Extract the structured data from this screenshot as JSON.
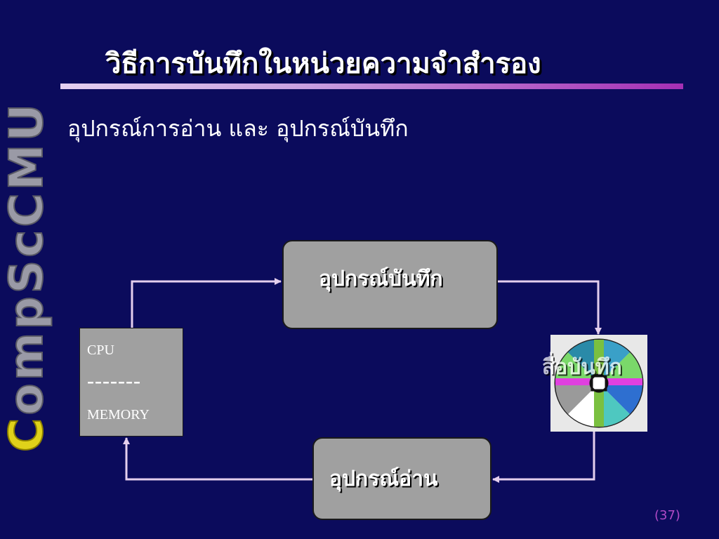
{
  "side_logo": {
    "lead": "C",
    "rest": "ompScCMU"
  },
  "title": "วิธีการบันทึกในหน่วยความจำสำรอง",
  "subtitle": "อุปกรณ์การอ่าน และ อุปกรณ์บันทึก",
  "diagram": {
    "recorder_label": "อุปกรณ์บันทึก",
    "reader_label": "อุปกรณ์อ่าน",
    "cpu_label": "CPU",
    "separator": "-------",
    "memory_label": "MEMORY",
    "media_label": "สื่อบันทึก",
    "media_icon": "compact-disc-icon"
  },
  "page_number": "(37)",
  "colors": {
    "background": "#0b0b5c",
    "box_fill": "#a0a0a0",
    "arrow": "#e4cfee",
    "accent_bar": "#a52fb4",
    "logo_lead": "#e0d21a",
    "page_number": "#b04ac6"
  }
}
